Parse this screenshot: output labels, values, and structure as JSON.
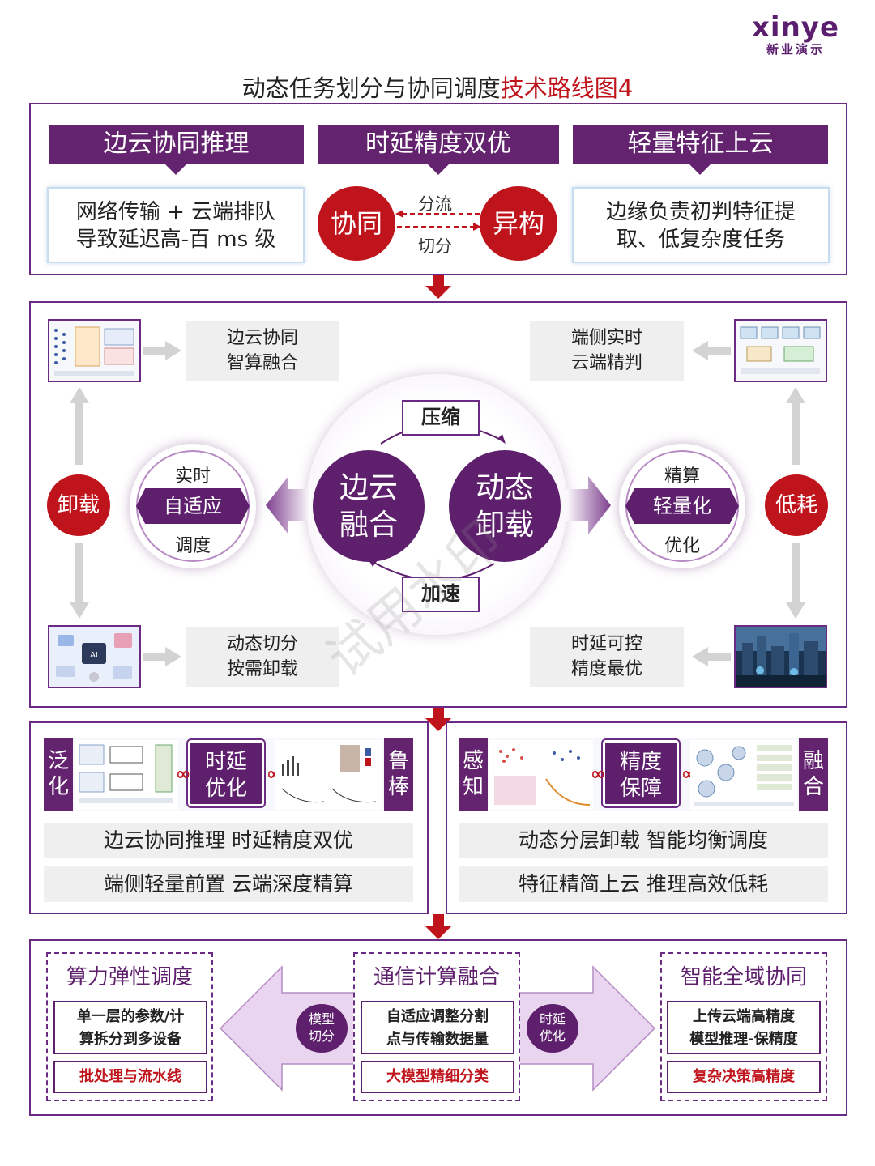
{
  "logo": {
    "en": "xinye",
    "cn": "新业演示"
  },
  "title": {
    "main": "动态任务划分与协同调度",
    "highlight": "技术路线图4"
  },
  "section1": {
    "headers": [
      "边云协同推理",
      "时延精度双优",
      "轻量特征上云"
    ],
    "left_box": [
      "网络传输 + 云端排队",
      "导致延迟高-百 ms 级"
    ],
    "right_box": [
      "边缘负责初判特征提",
      "取、低复杂度任务"
    ],
    "circle_left": "协同",
    "circle_right": "异构",
    "arrow_top": "分流",
    "arrow_bottom": "切分"
  },
  "section2": {
    "tl_box": [
      "边云协同",
      "智算融合"
    ],
    "tr_box": [
      "端侧实时",
      "云端精判"
    ],
    "bl_box": [
      "动态切分",
      "按需卸载"
    ],
    "br_box": [
      "时延可控",
      "精度最优"
    ],
    "red_left": "卸载",
    "red_right": "低耗",
    "left_ring": {
      "top": "实时",
      "mid": "自适应",
      "bottom": "调度"
    },
    "right_ring": {
      "top": "精算",
      "mid": "轻量化",
      "bottom": "优化"
    },
    "center_left": [
      "边云",
      "融合"
    ],
    "center_right": [
      "动态",
      "卸载"
    ],
    "label_top": "压缩",
    "label_bottom": "加速",
    "watermark": "试用水印"
  },
  "section3": {
    "left": {
      "tab_left": [
        "泛",
        "化"
      ],
      "tab_right": [
        "鲁",
        "棒"
      ],
      "center": [
        "时延",
        "优化"
      ],
      "rows": [
        "边云协同推理 时延精度双优",
        "端侧轻量前置 云端深度精算"
      ]
    },
    "right": {
      "tab_left": [
        "感",
        "知"
      ],
      "tab_right": [
        "融",
        "合"
      ],
      "center": [
        "精度",
        "保障"
      ],
      "rows": [
        "动态分层卸载 智能均衡调度",
        "特征精简上云 推理高效低耗"
      ]
    }
  },
  "section4": {
    "cols": [
      {
        "title": "算力弹性调度",
        "box": [
          "单一层的参数/计",
          "算拆分到多设备"
        ],
        "red": "批处理与流水线"
      },
      {
        "title": "通信计算融合",
        "box": [
          "自适应调整分割",
          "点与传输数据量"
        ],
        "red": "大模型精细分类"
      },
      {
        "title": "智能全域协同",
        "box": [
          "上传云端高精度",
          "模型推理-保精度"
        ],
        "red": "复杂决策高精度"
      }
    ],
    "oval_left": [
      "模型",
      "切分"
    ],
    "oval_right": [
      "时延",
      "优化"
    ]
  }
}
